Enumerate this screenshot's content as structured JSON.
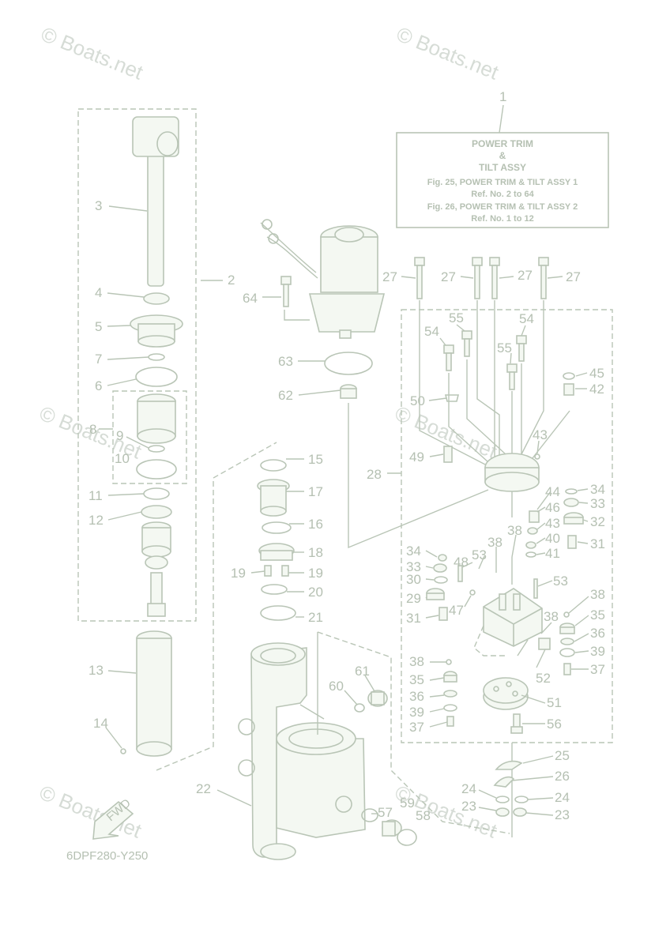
{
  "watermarks": [
    "© Boats.net",
    "© Boats.net",
    "© Boats.net",
    "© Boats.net",
    "© Boats.net",
    "© Boats.net"
  ],
  "figure_code": "6DPF280-Y250",
  "fwd_label": "FWD",
  "assy_box": {
    "ref": "1",
    "line1": "POWER TRIM",
    "line2": "&",
    "line3": "TILT ASSY",
    "line4": "Fig. 25, POWER TRIM & TILT ASSY 1",
    "line5": "Ref. No. 2 to 64",
    "line6": "Fig. 26, POWER TRIM & TILT ASSY 2",
    "line7": "Ref. No. 1 to 12"
  },
  "callouts": [
    "2",
    "3",
    "4",
    "5",
    "7",
    "6",
    "8",
    "9",
    "10",
    "11",
    "12",
    "13",
    "14",
    "15",
    "17",
    "16",
    "18",
    "19",
    "19",
    "20",
    "21",
    "22",
    "64",
    "63",
    "62",
    "27",
    "27",
    "27",
    "27",
    "54",
    "55",
    "54",
    "55",
    "50",
    "45",
    "42",
    "43",
    "49",
    "28",
    "34",
    "33",
    "32",
    "31",
    "44",
    "46",
    "43",
    "40",
    "41",
    "38",
    "38",
    "53",
    "34",
    "33",
    "30",
    "48",
    "47",
    "29",
    "31",
    "53",
    "38",
    "38",
    "35",
    "36",
    "39",
    "37",
    "38",
    "35",
    "36",
    "39",
    "37",
    "52",
    "51",
    "56",
    "60",
    "61",
    "25",
    "26",
    "24",
    "24",
    "23",
    "23",
    "57",
    "59",
    "58"
  ]
}
